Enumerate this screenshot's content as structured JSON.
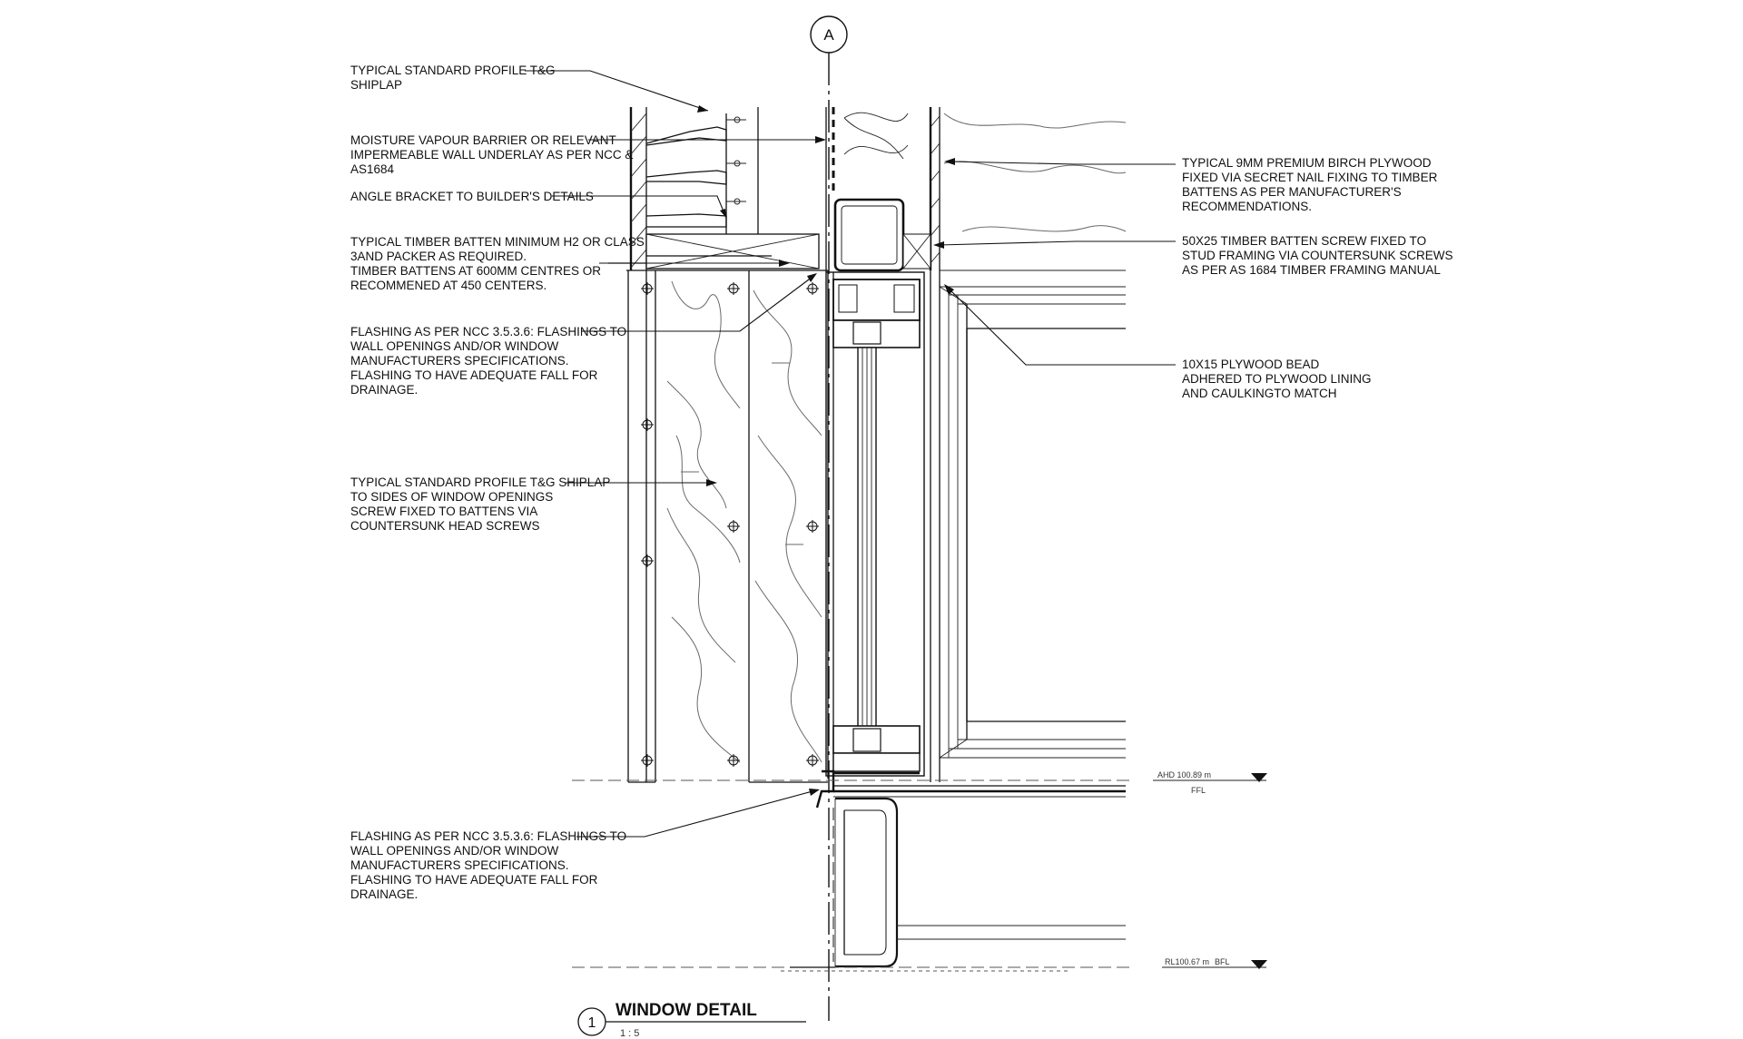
{
  "grid_marker": "A",
  "notes_left": [
    [
      "TYPICAL STANDARD PROFILE T&G",
      "SHIPLAP"
    ],
    [
      "MOISTURE VAPOUR BARRIER OR RELEVANT",
      "IMPERMEABLE WALL UNDERLAY AS PER NCC &",
      "AS1684"
    ],
    [
      "ANGLE BRACKET TO BUILDER'S DETAILS"
    ],
    [
      "TYPICAL TIMBER BATTEN MINIMUM H2 OR CLASS",
      "3AND PACKER AS REQUIRED.",
      "TIMBER BATTENS AT 600MM CENTRES OR",
      "RECOMMENED AT 450 CENTERS."
    ],
    [
      "FLASHING AS PER NCC 3.5.3.6: FLASHINGS TO",
      "WALL OPENINGS AND/OR WINDOW",
      "MANUFACTURERS SPECIFICATIONS.",
      "FLASHING TO HAVE ADEQUATE FALL FOR",
      "DRAINAGE."
    ],
    [
      "TYPICAL STANDARD PROFILE T&G SHIPLAP",
      "TO SIDES OF WINDOW OPENINGS",
      "SCREW FIXED TO BATTENS VIA",
      "COUNTERSUNK HEAD SCREWS"
    ],
    [
      "FLASHING AS PER NCC 3.5.3.6: FLASHINGS TO",
      "WALL OPENINGS AND/OR WINDOW",
      "MANUFACTURERS SPECIFICATIONS.",
      "FLASHING TO HAVE ADEQUATE FALL FOR",
      "DRAINAGE."
    ]
  ],
  "notes_right": [
    [
      "TYPICAL 9MM PREMIUM BIRCH PLYWOOD",
      "FIXED VIA SECRET NAIL FIXING TO TIMBER",
      "BATTENS AS PER MANUFACTURER'S",
      "RECOMMENDATIONS."
    ],
    [
      "50X25 TIMBER BATTEN SCREW FIXED TO",
      "STUD FRAMING VIA COUNTERSUNK SCREWS",
      "AS PER AS 1684 TIMBER FRAMING MANUAL"
    ],
    [
      "10X15 PLYWOOD BEAD",
      "ADHERED TO PLYWOOD LINING",
      "AND CAULKINGTO MATCH"
    ]
  ],
  "levels": [
    {
      "value": "AHD 100.89 m",
      "label": "FFL"
    },
    {
      "value": "RL100.67 m",
      "label": "BFL"
    }
  ],
  "title_block": {
    "number": "1",
    "title": "WINDOW DETAIL",
    "scale": "1 : 5"
  }
}
